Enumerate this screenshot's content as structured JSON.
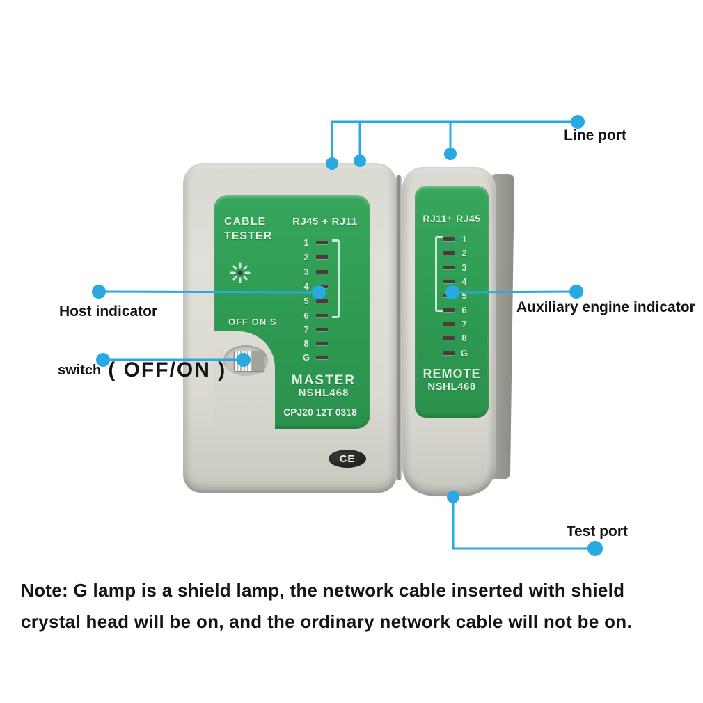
{
  "master_device": {
    "title_line1": "CABLE",
    "title_line2": "TESTER",
    "connector_label": "RJ45 + RJ11",
    "switch_text": "OFF ON S",
    "role": "MASTER",
    "model": "NSHL468",
    "batch": "CPJ20 12T 0318",
    "ce_mark": "CE",
    "leds": [
      "1",
      "2",
      "3",
      "4",
      "5",
      "6",
      "7",
      "8",
      "G"
    ]
  },
  "remote_device": {
    "connector_label": "RJ11+ RJ45",
    "role": "REMOTE",
    "model": "NSHL468",
    "leds": [
      "1",
      "2",
      "3",
      "4",
      "5",
      "6",
      "7",
      "8",
      "G"
    ]
  },
  "callouts": {
    "line_port": "Line port",
    "host_indicator": "Host indicator",
    "switch": "switch",
    "switch_detail": "( OFF/ON )",
    "auxiliary": "Auxiliary engine indicator",
    "test_port": "Test port"
  },
  "note": {
    "line1": "Note: G lamp is a shield lamp, the network cable inserted with shield",
    "line2": "crystal head will be on, and the ordinary network cable will not be on."
  },
  "colors": {
    "accent_blue": "#29a9e2",
    "panel_green": "#2e9a52",
    "body_beige": "#dbdad2",
    "led_slot": "#4e3a3e",
    "panel_text": "#def2e0"
  }
}
